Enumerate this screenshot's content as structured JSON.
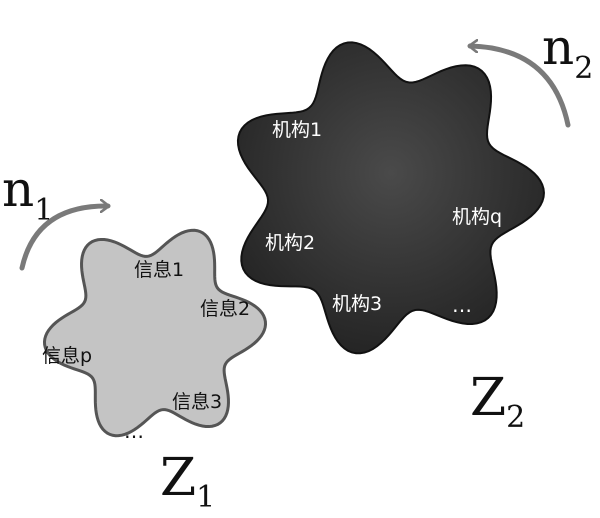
{
  "gear1": {
    "items": [
      "信息1",
      "信息2",
      "信息p",
      "信息3"
    ],
    "ellipsis": "…",
    "label": {
      "base": "Z",
      "sub": "1"
    },
    "speed": {
      "base": "n",
      "sub": "1"
    }
  },
  "gear2": {
    "items": [
      "机构1",
      "机构2",
      "机构q",
      "机构3"
    ],
    "ellipsis": "…",
    "label": {
      "base": "Z",
      "sub": "2"
    },
    "speed": {
      "base": "n",
      "sub": "2"
    }
  },
  "colors": {
    "gear1_fill": "#c4c4c4",
    "gear1_stroke": "#555555",
    "gear2_fill_dark": "#242424",
    "gear2_fill_light": "#4a4a4a",
    "arrow": "#7a7a7a",
    "text_on_light": "#111111",
    "text_on_dark": "#ffffff"
  }
}
